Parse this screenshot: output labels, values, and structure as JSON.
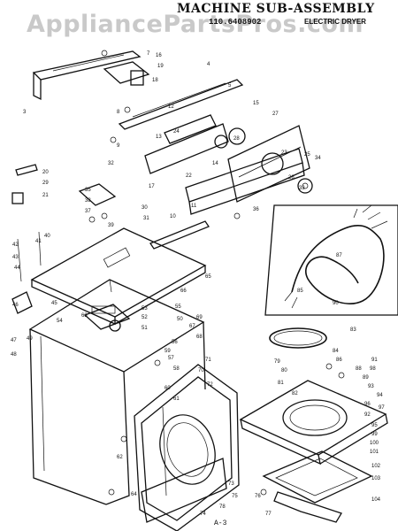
{
  "header": {
    "watermark": "AppliancePartsPros.com",
    "title": "MACHINE SUB-ASSEMBLY",
    "model": "110.6408902",
    "product_type": "ELECTRIC DRYER"
  },
  "footer": {
    "page_ref": "A-3"
  },
  "callouts": [
    "3",
    "4",
    "5",
    "7",
    "8",
    "9",
    "10",
    "11",
    "12",
    "13",
    "14",
    "15",
    "16",
    "17",
    "18",
    "19",
    "20",
    "21",
    "22",
    "23",
    "24",
    "25",
    "26",
    "27",
    "28",
    "29",
    "30",
    "31",
    "32",
    "33",
    "34",
    "35",
    "36",
    "37",
    "38",
    "39",
    "40",
    "41",
    "42",
    "43",
    "44",
    "45",
    "46",
    "47",
    "48",
    "49",
    "50",
    "51",
    "52",
    "53",
    "54",
    "55",
    "56",
    "57",
    "58",
    "59",
    "60",
    "61",
    "62",
    "63",
    "64",
    "65",
    "66",
    "67",
    "68",
    "69",
    "70",
    "71",
    "72",
    "73",
    "74",
    "75",
    "76",
    "77",
    "78",
    "79",
    "80",
    "81",
    "82",
    "83",
    "84",
    "85",
    "86",
    "87",
    "88",
    "89",
    "90",
    "91",
    "92",
    "93",
    "94",
    "95",
    "96",
    "97",
    "98",
    "99",
    "100",
    "101",
    "102",
    "103",
    "104"
  ]
}
